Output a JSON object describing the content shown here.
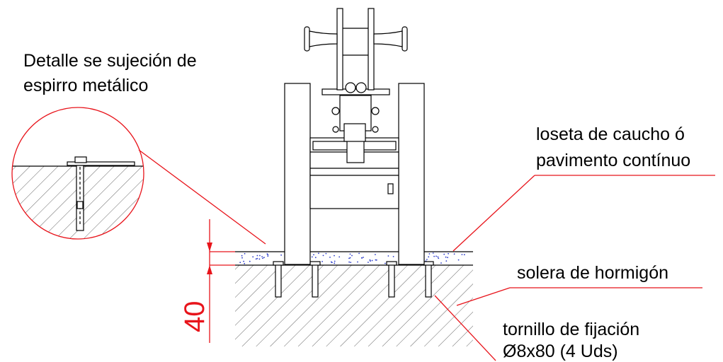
{
  "labels": {
    "detail_line1": "Detalle se sujeción de",
    "detail_line2": "espirro metálico",
    "rubber_line1": "loseta de caucho ó",
    "rubber_line2": "pavimento contínuo",
    "slab": "solera de hormigón",
    "bolt_line1": "tornillo de fijación",
    "bolt_line2": "Ø8x80 (4 Uds)",
    "dimension": "40"
  },
  "colors": {
    "annotation": "#e8141b",
    "line": "#000000",
    "rubber_dots": "#2b3cc9"
  }
}
